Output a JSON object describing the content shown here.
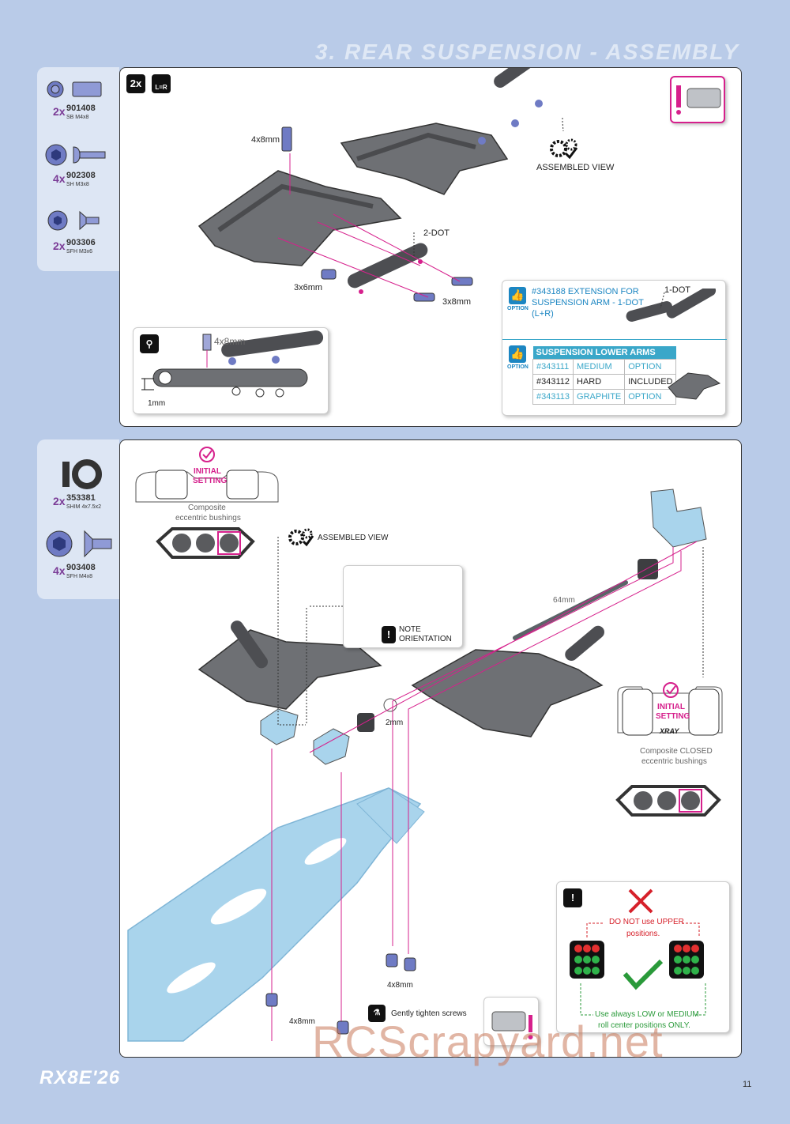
{
  "page": {
    "title": "3. REAR SUSPENSION - ASSEMBLY",
    "footer_logo": "RX8E'26",
    "page_number": "11",
    "watermark": "RCScrapyard.net"
  },
  "step1": {
    "multiplier": "2x",
    "lr_badge": "L=R",
    "parts": [
      {
        "qty": "2x",
        "code": "901408",
        "desc": "SB M4x8"
      },
      {
        "qty": "4x",
        "code": "902308",
        "desc": "SH M3x8"
      },
      {
        "qty": "2x",
        "code": "903306",
        "desc": "SFH M3x6"
      }
    ],
    "labels": {
      "screw_4x8": "4x8mm",
      "assembled_view": "ASSEMBLED VIEW",
      "two_dot": "2-DOT",
      "screw_3x6": "3x6mm",
      "screw_3x8": "3x8mm",
      "detail_4x8": "4x8mm",
      "detail_1mm": "1mm"
    },
    "option_extension": {
      "option_label": "OPTION",
      "text_line1": "#343188 EXTENSION FOR",
      "text_line2": "SUSPENSION ARM - 1-DOT",
      "text_line3": "(L+R)",
      "one_dot": "1-DOT"
    },
    "option_arms": {
      "option_label": "OPTION",
      "header": "SUSPENSION LOWER ARMS",
      "rows": [
        {
          "part": "#343111",
          "hardness": "MEDIUM",
          "status": "OPTION"
        },
        {
          "part": "#343112",
          "hardness": "HARD",
          "status": "INCLUDED"
        },
        {
          "part": "#343113",
          "hardness": "GRAPHITE",
          "status": "OPTION"
        }
      ]
    }
  },
  "step2": {
    "parts": [
      {
        "qty": "2x",
        "code": "353381",
        "desc": "SHIM 4x7.5x2"
      },
      {
        "qty": "4x",
        "code": "903408",
        "desc": "SFH M4x8"
      }
    ],
    "labels": {
      "initial_setting_1": "INITIAL",
      "initial_setting_2": "SETTING",
      "composite_bushings_1": "Composite",
      "composite_bushings_2": "eccentric bushings",
      "assembled_view": "ASSEMBLED VIEW",
      "note_1": "NOTE",
      "note_2": "ORIENTATION",
      "shaft_64": "64mm",
      "shim_2mm": "2mm",
      "initial_setting_b1": "INITIAL",
      "initial_setting_b2": "SETTING",
      "xray": "XRAY",
      "closed_bushings_1": "Composite CLOSED",
      "closed_bushings_2": "eccentric bushings",
      "screw_4x8_a": "4x8mm",
      "screw_4x8_b": "4x8mm",
      "gently_tighten": "Gently tighten screws"
    },
    "warning": {
      "line1": "DO NOT use UPPER",
      "line2": "positions.",
      "line3": "Use always LOW or MEDIUM",
      "line4": "roll center positions ONLY."
    }
  },
  "colors": {
    "background": "#b9cbe8",
    "accent_blue": "#3aa7c9",
    "magenta": "#d6208c",
    "part_blue": "#a9d4ec",
    "arm_grey": "#5d5f63"
  }
}
